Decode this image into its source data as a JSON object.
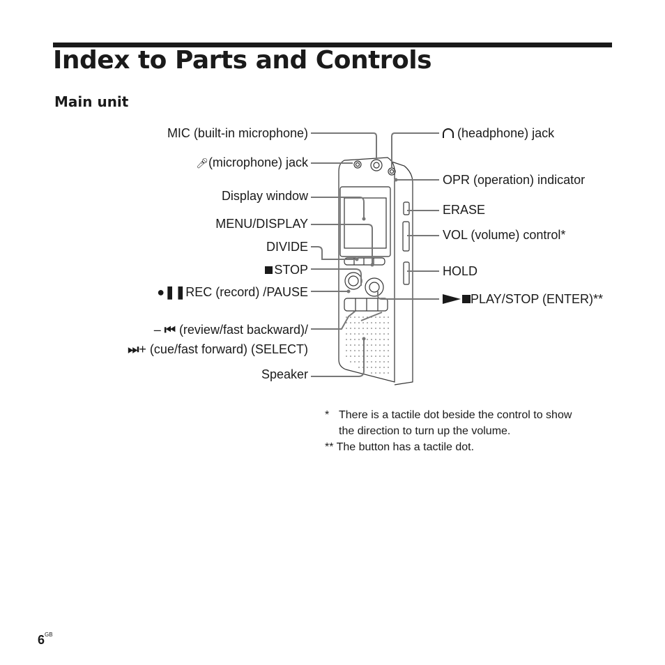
{
  "page": {
    "title": "Index to Parts and Controls",
    "subtitle": "Main unit",
    "page_number": "6",
    "page_suffix": "GB"
  },
  "labels": {
    "mic": "MIC (built-in microphone)",
    "mic_jack": "(microphone) jack",
    "display_window": "Display window",
    "menu_display": "MENU/DISPLAY",
    "divide": "DIVIDE",
    "stop": "STOP",
    "rec_pause": "REC (record) /PAUSE",
    "review_line1": "(review/fast backward)/",
    "review_prefix": "–",
    "cue_line2": "+ (cue/fast forward) (SELECT)",
    "speaker": "Speaker",
    "headphone_jack": "(headphone) jack",
    "opr_indicator": "OPR (operation) indicator",
    "erase": "ERASE",
    "vol_control": "VOL (volume) control*",
    "hold": "HOLD",
    "play_stop": "PLAY/STOP (ENTER)**"
  },
  "footnotes": {
    "note1_mark": "*",
    "note1_line1": "There is a tactile dot beside the control to show",
    "note1_line2": "the direction to turn up the volume.",
    "note2": "** The button has a tactile dot."
  },
  "icons": [
    "microphone-icon",
    "stop-square-icon",
    "record-pause-icon",
    "previous-track-icon",
    "next-track-icon",
    "headphone-icon",
    "play-stop-icon"
  ]
}
